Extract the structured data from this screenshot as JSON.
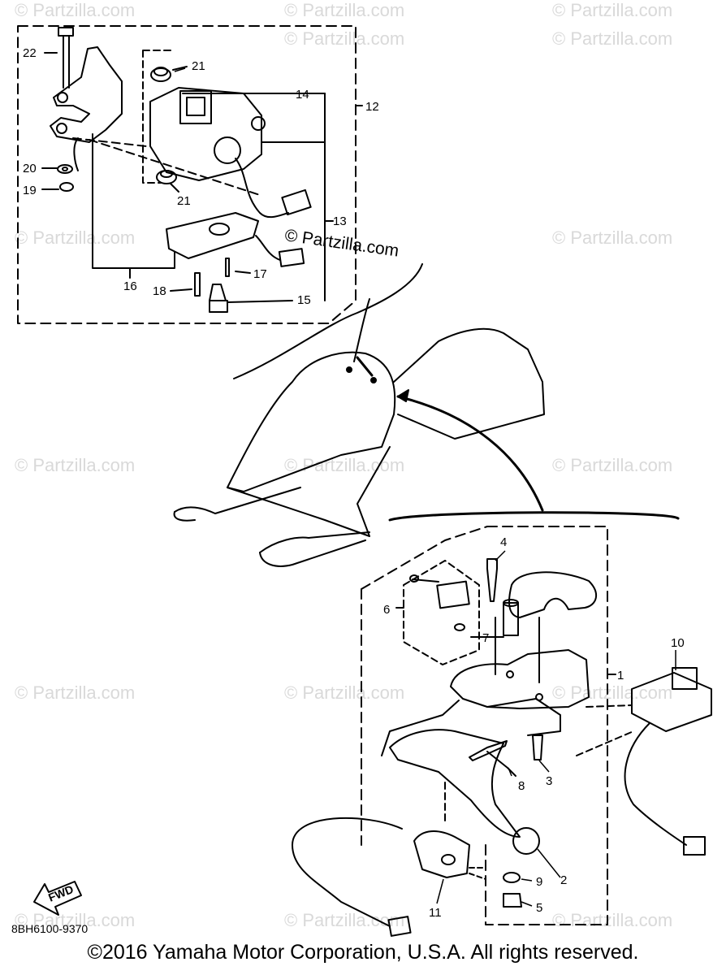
{
  "part_labels": [
    "1",
    "2",
    "3",
    "4",
    "5",
    "6",
    "7",
    "8",
    "9",
    "10",
    "11",
    "12",
    "13",
    "14",
    "15",
    "16",
    "17",
    "18",
    "19",
    "20",
    "21",
    "21",
    "22"
  ],
  "watermark": "© Partzilla.com",
  "inline_mark": "© Partzilla.com",
  "fwd_label": "FWD",
  "diagram_code": "8BH6100-9370",
  "copyright": "©2016 Yamaha Motor Corporation, U.S.A. All rights reserved."
}
